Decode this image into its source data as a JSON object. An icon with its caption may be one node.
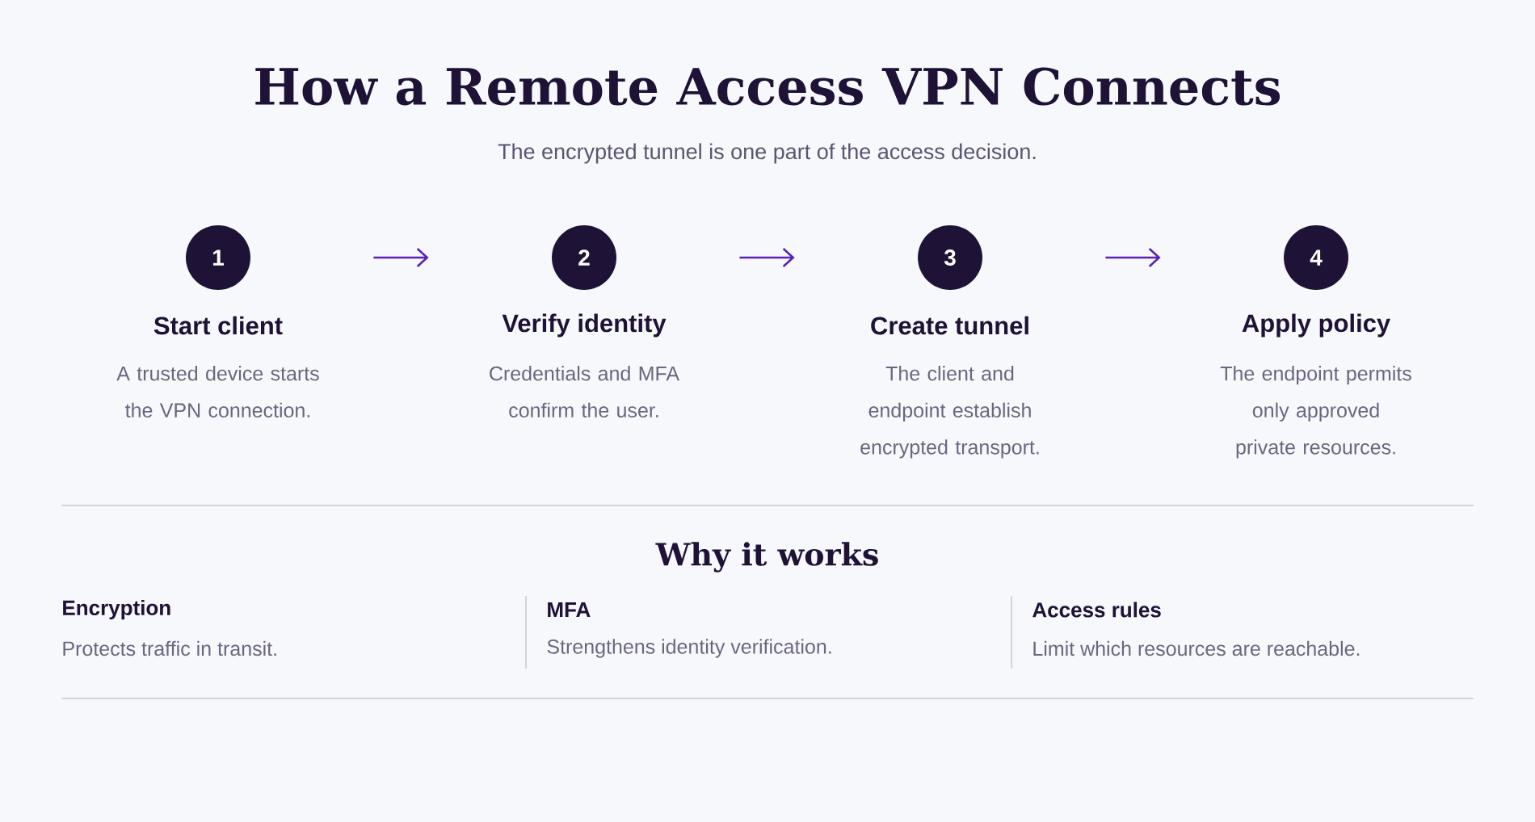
{
  "diagram": {
    "title": "How a Remote Access VPN Connects",
    "nodes": [
      {
        "text": [
          "1",
          "Start client",
          "A trusted device starts the VPN connection."
        ]
      },
      {
        "text": [
          "2",
          "Verify identity",
          "Credentials and MFA confirm the user."
        ]
      },
      {
        "text": [
          "3",
          "Create tunnel",
          "The client and endpoint establish encrypted transport."
        ]
      },
      {
        "text": [
          "4",
          "Apply policy",
          "The endpoint permits only approved private resources."
        ]
      }
    ],
    "edges": [
      {
        "from": 0,
        "to": 1,
        "arrow": "to"
      },
      {
        "from": 1,
        "to": 2,
        "arrow": "to"
      },
      {
        "from": 2,
        "to": 3,
        "arrow": "to"
      }
    ],
    "labels": [
      "The encrypted tunnel is one part of the access decision.",
      "Why it works",
      "Encryption",
      "Protects traffic in transit.",
      "MFA",
      "Strengthens identity verification.",
      "Access rules",
      "Limit which resources are reachable."
    ]
  }
}
